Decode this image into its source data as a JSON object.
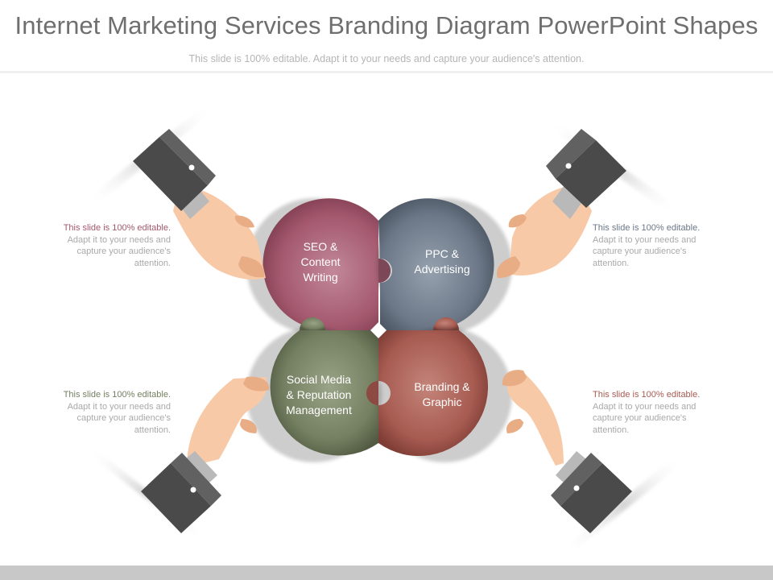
{
  "header": {
    "title": "Internet Marketing Services Branding Diagram PowerPoint Shapes",
    "subtitle": "This slide is 100% editable. Adapt it to your needs and capture your audience's attention."
  },
  "pieces": {
    "top_left": {
      "label": "SEO &\nContent\nWriting",
      "color": "#a4586e"
    },
    "top_right": {
      "label": "PPC &\nAdvertising",
      "color": "#6c7888"
    },
    "bottom_left": {
      "label": "Social Media\n& Reputation\nManagement",
      "color": "#758062"
    },
    "bottom_right": {
      "label": "Branding &\nGraphic",
      "color": "#a75b51"
    }
  },
  "notes": {
    "top_left": {
      "lead": "This slide is 100% editable.",
      "body": "Adapt it to your needs and capture your audience's attention.",
      "lead_color": "#a4586e"
    },
    "bottom_left": {
      "lead": "This slide is 100% editable.",
      "body": "Adapt it to your needs and capture your audience's attention.",
      "lead_color": "#758062"
    },
    "top_right": {
      "lead": "This slide is 100% editable.",
      "body": "Adapt it to your needs and capture your audience's attention.",
      "lead_color": "#6c7888"
    },
    "bottom_right": {
      "lead": "This slide is 100% editable.",
      "body": "Adapt it to your needs and capture your audience's attention.",
      "lead_color": "#a75b51"
    }
  },
  "colors": {
    "skin": "#f7c9a7",
    "skin_shadow": "#e9ad86",
    "sleeve": "#4a4a4a",
    "sleeve_light": "#616161",
    "cuff": "#b9b9b9",
    "button": "#ffffff"
  }
}
